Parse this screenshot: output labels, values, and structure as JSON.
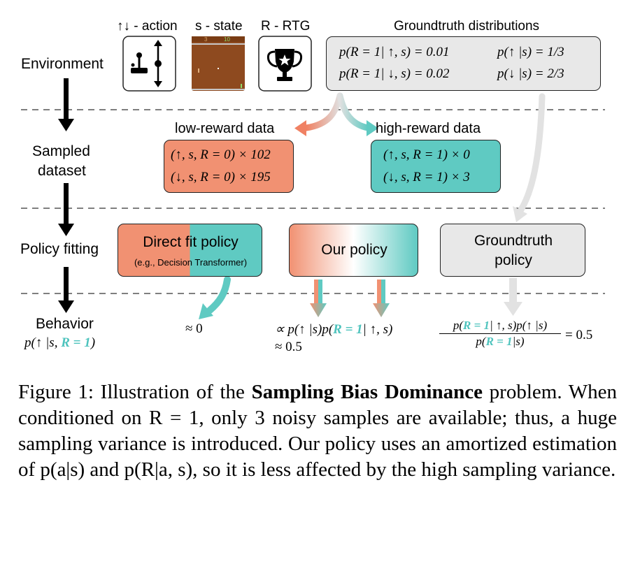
{
  "icons": {
    "action": {
      "label": "↑↓ - action",
      "icon": "joystick-icon"
    },
    "state": {
      "label": "s - state",
      "icon": "game-screen-icon",
      "score": "3 10"
    },
    "rtg": {
      "label": "R - RTG",
      "icon": "trophy-icon"
    }
  },
  "rows": {
    "environment": "Environment",
    "sampled_line1": "Sampled",
    "sampled_line2": "dataset",
    "policy_fitting": "Policy fitting",
    "behavior": "Behavior",
    "behavior_formula": "p(↑ |s, R = 1)"
  },
  "groundtruth": {
    "title": "Groundtruth distributions",
    "f1": "p(R = 1| ↑, s) = 0.01",
    "f2": "p(↑ |s) = 1/3",
    "f3": "p(R = 1| ↓, s) = 0.02",
    "f4": "p(↓ |s) = 2/3"
  },
  "low_reward": {
    "label": "low-reward data",
    "line1": "(↑, s, R = 0) × 102",
    "line2": "(↓, s, R = 0) × 195"
  },
  "high_reward": {
    "label": "high-reward data",
    "line1": "(↑, s, R = 1) × 0",
    "line2": "(↓, s, R = 1) × 3"
  },
  "policies": {
    "direct_title": "Direct fit policy",
    "direct_sub": "(e.g., Decision Transformer)",
    "ours": "Our policy",
    "gt_line1": "Groundtruth",
    "gt_line2": "policy"
  },
  "results": {
    "direct": "≈ 0",
    "ours_line1": "∝ p(↑ |s)p(R = 1| ↑, s)",
    "ours_line2": "≈ 0.5",
    "gt_num": "p(R = 1| ↑, s)p(↑ |s)",
    "gt_den": "p(R = 1|s)",
    "gt_val": "= 0.5"
  },
  "caption": {
    "prefix": "Figure 1: Illustration of the ",
    "bold": "Sampling Bias Dominance",
    "rest": " problem. When conditioned on R = 1, only 3 noisy samples are available; thus, a huge sampling variance is introduced. Our policy uses an amortized estimation of p(a|s) and p(R|a, s), so it is less affected by the high sampling variance."
  },
  "colors": {
    "salmon": "#f19172",
    "teal": "#5fcac2",
    "gray_box": "#e8e8e8",
    "gray_arrow": "#e2e2e2",
    "game_bg": "#8e4a1f"
  }
}
